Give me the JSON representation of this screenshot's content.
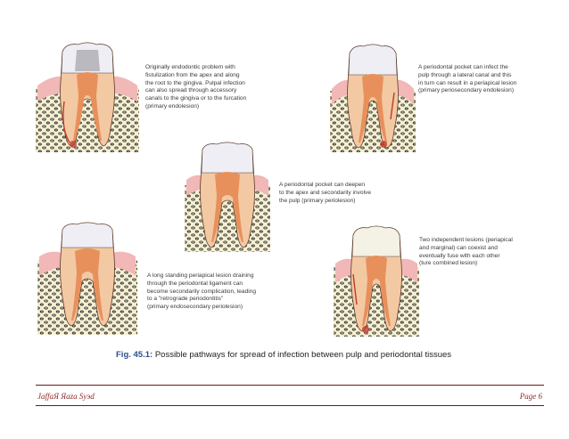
{
  "captions": {
    "primary_endo": "Originally endodontic problem with\nfistulization from the apex and along\nthe root to the gingiva. Pulpal infection\ncan also spread through accessory\ncanals to the gingiva or to the furcation\n(primary endolesion)",
    "primary_perio_secondary_endo": "A periodontal pocket can infect the\npulp through a lateral canal and this\nin turn can result in a periapical lesion\n(primary periosecondary endolesion)",
    "primary_perio": "A periodontal pocket can deepen\nto the apex and secondarily involve\nthe pulp (primary periolesion)",
    "primary_endo_secondary_perio": "A long standing periapical lesion draining\nthrough the periodontal ligament can\nbecome secondarily complication, leading\nto a \"retrograde periodontitis\"\n(primary endosecondary periolesion)",
    "combined": "Two independent lesions (periapical\nand marginal) can coexist and\neventually fuse with each other\n(ture combined lesion)"
  },
  "figure": {
    "label": "Fig. 45.1:",
    "text": " Possible pathways for spread of infection between pulp and periodontal tissues"
  },
  "footer": {
    "author": "JaffaЯ Яaza Syэd",
    "page": "Page 6"
  },
  "colors": {
    "enamel": "#efeef4",
    "dentin": "#f2c9a3",
    "pulp": "#e8905c",
    "gingiva": "#f2b7b7",
    "bone_dots": "#2a2a2a",
    "bone_bg": "#f6f0d2",
    "lesion": "#c0392b",
    "footer_rule": "#6b1a1a"
  }
}
